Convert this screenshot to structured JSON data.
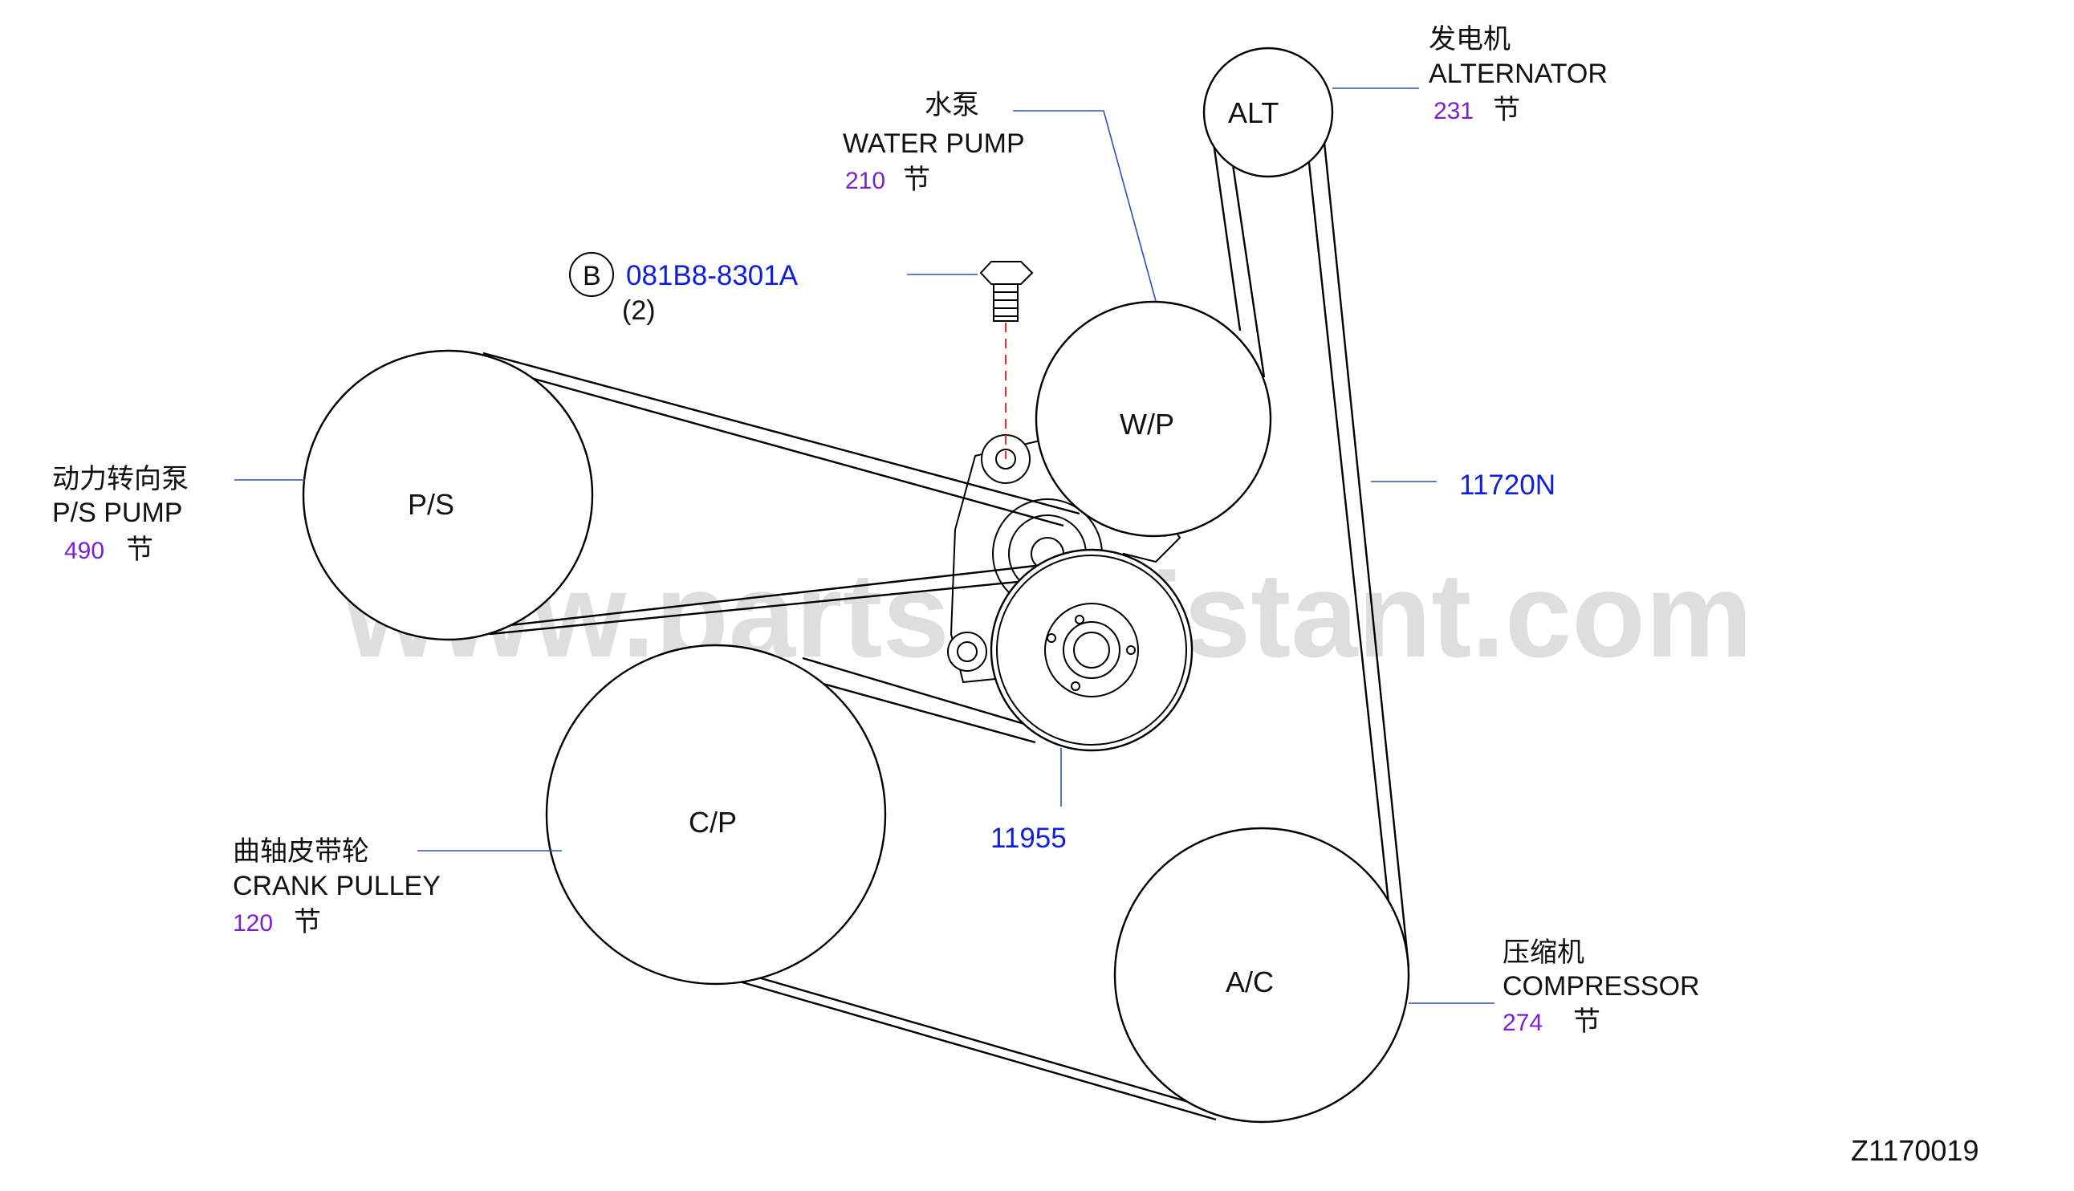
{
  "watermark": "www.partsassistant.com",
  "colors": {
    "leader_line": "#2a50b8",
    "part_number": "#1020d8",
    "section_number": "#7a1fd6",
    "bolt_leader": "#e03030"
  },
  "pulleys": {
    "alt": "ALT",
    "wp": "W/P",
    "ps": "P/S",
    "cp": "C/P",
    "ac": "A/C"
  },
  "labels": {
    "alternator": {
      "cn": "发电机",
      "en": "ALTERNATOR",
      "num": "231",
      "unit": "节"
    },
    "water_pump": {
      "cn": "水泵",
      "en": "WATER  PUMP",
      "num": "210",
      "unit": "节"
    },
    "ps_pump": {
      "cn": "动力转向泵",
      "en": "P/S  PUMP",
      "num": "490",
      "unit": "节"
    },
    "crank_pulley": {
      "cn": "曲轴皮带轮",
      "en": "CRANK  PULLEY",
      "num": "120",
      "unit": "节"
    },
    "compressor": {
      "cn": "压缩机",
      "en": "COMPRESSOR",
      "num": "274",
      "unit": "节"
    }
  },
  "parts": {
    "bolt_marker": "B",
    "bolt_number": "081B8-8301A",
    "bolt_qty": "(2)",
    "belt": "11720N",
    "tensioner": "11955"
  },
  "figure_id": "Z1170019"
}
